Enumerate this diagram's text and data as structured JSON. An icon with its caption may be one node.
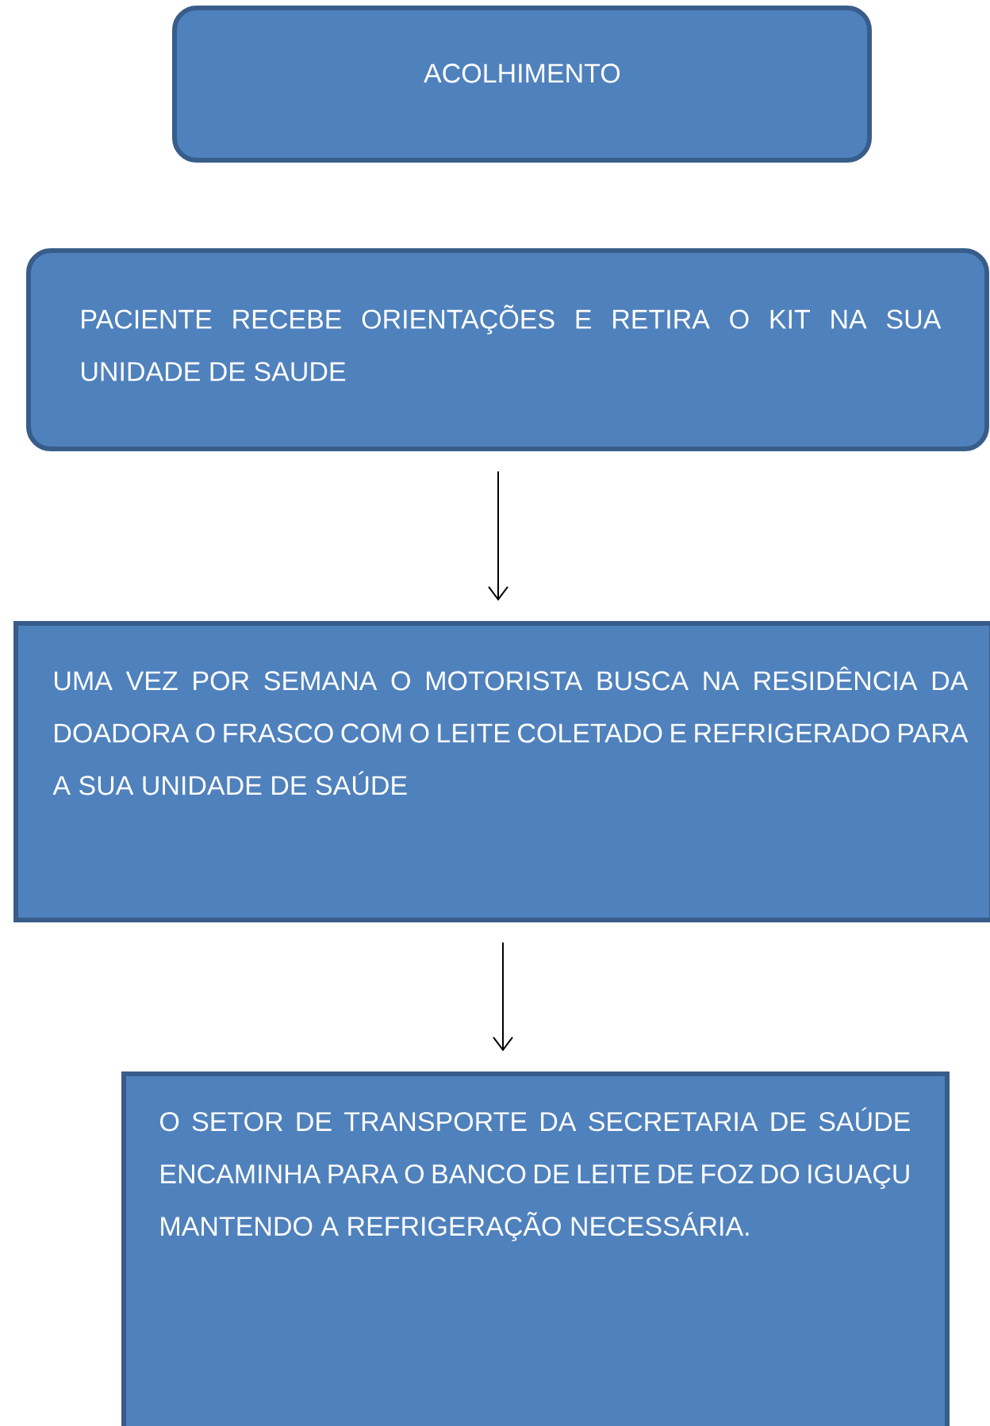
{
  "diagram": {
    "nodes": [
      {
        "text": [
          "ACOLHIMENTO"
        ]
      },
      {
        "text": [
          "PACIENTE RECEBE ORIENTAÇÕES E RETIRA O KIT NA SUA UNIDADE DE SAUDE"
        ]
      },
      {
        "text": [
          "UMA VEZ POR SEMANA O MOTORISTA BUSCA NA RESIDÊNCIA DA DOADORA O FRASCO COM O LEITE COLETADO E REFRIGERADO PARA A SUA UNIDADE DE SAÚDE"
        ]
      },
      {
        "text": [
          "O SETOR DE TRANSPORTE DA SECRETARIA DE SAÚDE ENCAMINHA PARA O BANCO DE LEITE DE FOZ DO IGUAÇU MANTENDO A REFRIGERAÇÃO NECESSÁRIA."
        ]
      }
    ],
    "edges": [
      {
        "from": 1,
        "to": 2,
        "arrow": "to"
      },
      {
        "from": 2,
        "to": 3,
        "arrow": "to"
      }
    ]
  }
}
